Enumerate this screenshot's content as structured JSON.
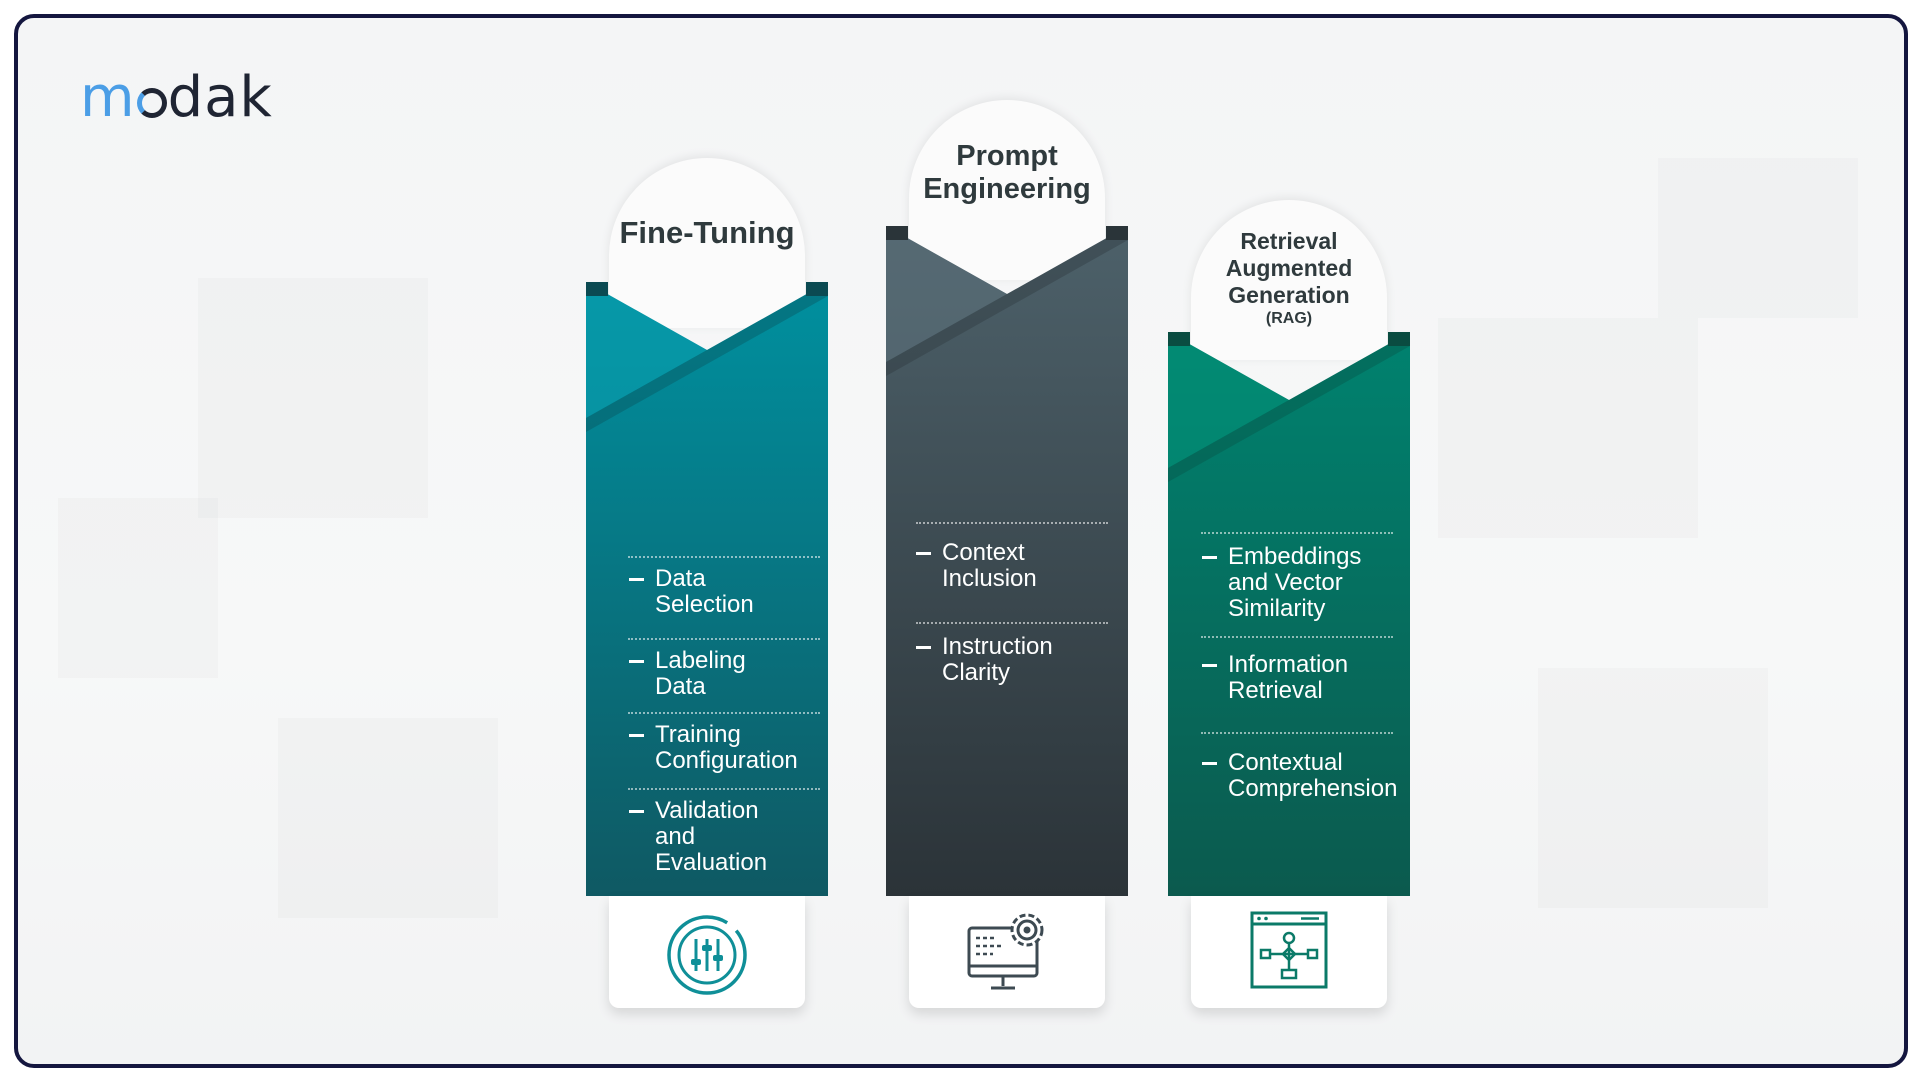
{
  "logo": {
    "brand": "modak",
    "m": "m",
    "o": "o",
    "rest": "dak"
  },
  "columns": [
    {
      "title_lines": [
        "Fine-Tuning"
      ],
      "items": [
        {
          "lines": [
            "Data Selection"
          ]
        },
        {
          "lines": [
            "Labeling Data"
          ]
        },
        {
          "lines": [
            "Training",
            "Configuration"
          ]
        },
        {
          "lines": [
            "Validation and",
            "Evaluation"
          ]
        }
      ],
      "icon": "settings-sliders-icon",
      "colors": {
        "top": "#00909f",
        "bottom": "#0f5963",
        "dark": "#0b4a52",
        "overlay": "#0ba0b0"
      }
    },
    {
      "title_lines": [
        "Prompt",
        "Engineering"
      ],
      "items": [
        {
          "lines": [
            "Context",
            "Inclusion"
          ]
        },
        {
          "lines": [
            "Instruction",
            "Clarity"
          ]
        }
      ],
      "icon": "computer-gear-icon",
      "colors": {
        "top": "#4d616a",
        "bottom": "#2b3338",
        "dark": "#2a3439",
        "overlay": "#5c7079"
      }
    },
    {
      "title_lines": [
        "Retrieval",
        "Augmented",
        "Generation"
      ],
      "subtitle": "(RAG)",
      "items": [
        {
          "lines": [
            "Embeddings",
            "and Vector",
            "Similarity"
          ]
        },
        {
          "lines": [
            "Information",
            "Retrieval"
          ]
        },
        {
          "lines": [
            "Contextual",
            "Comprehension"
          ]
        }
      ],
      "icon": "workflow-diagram-icon",
      "colors": {
        "top": "#00826f",
        "bottom": "#0b5a4e",
        "dark": "#0a4c41",
        "overlay": "#049178"
      }
    }
  ]
}
